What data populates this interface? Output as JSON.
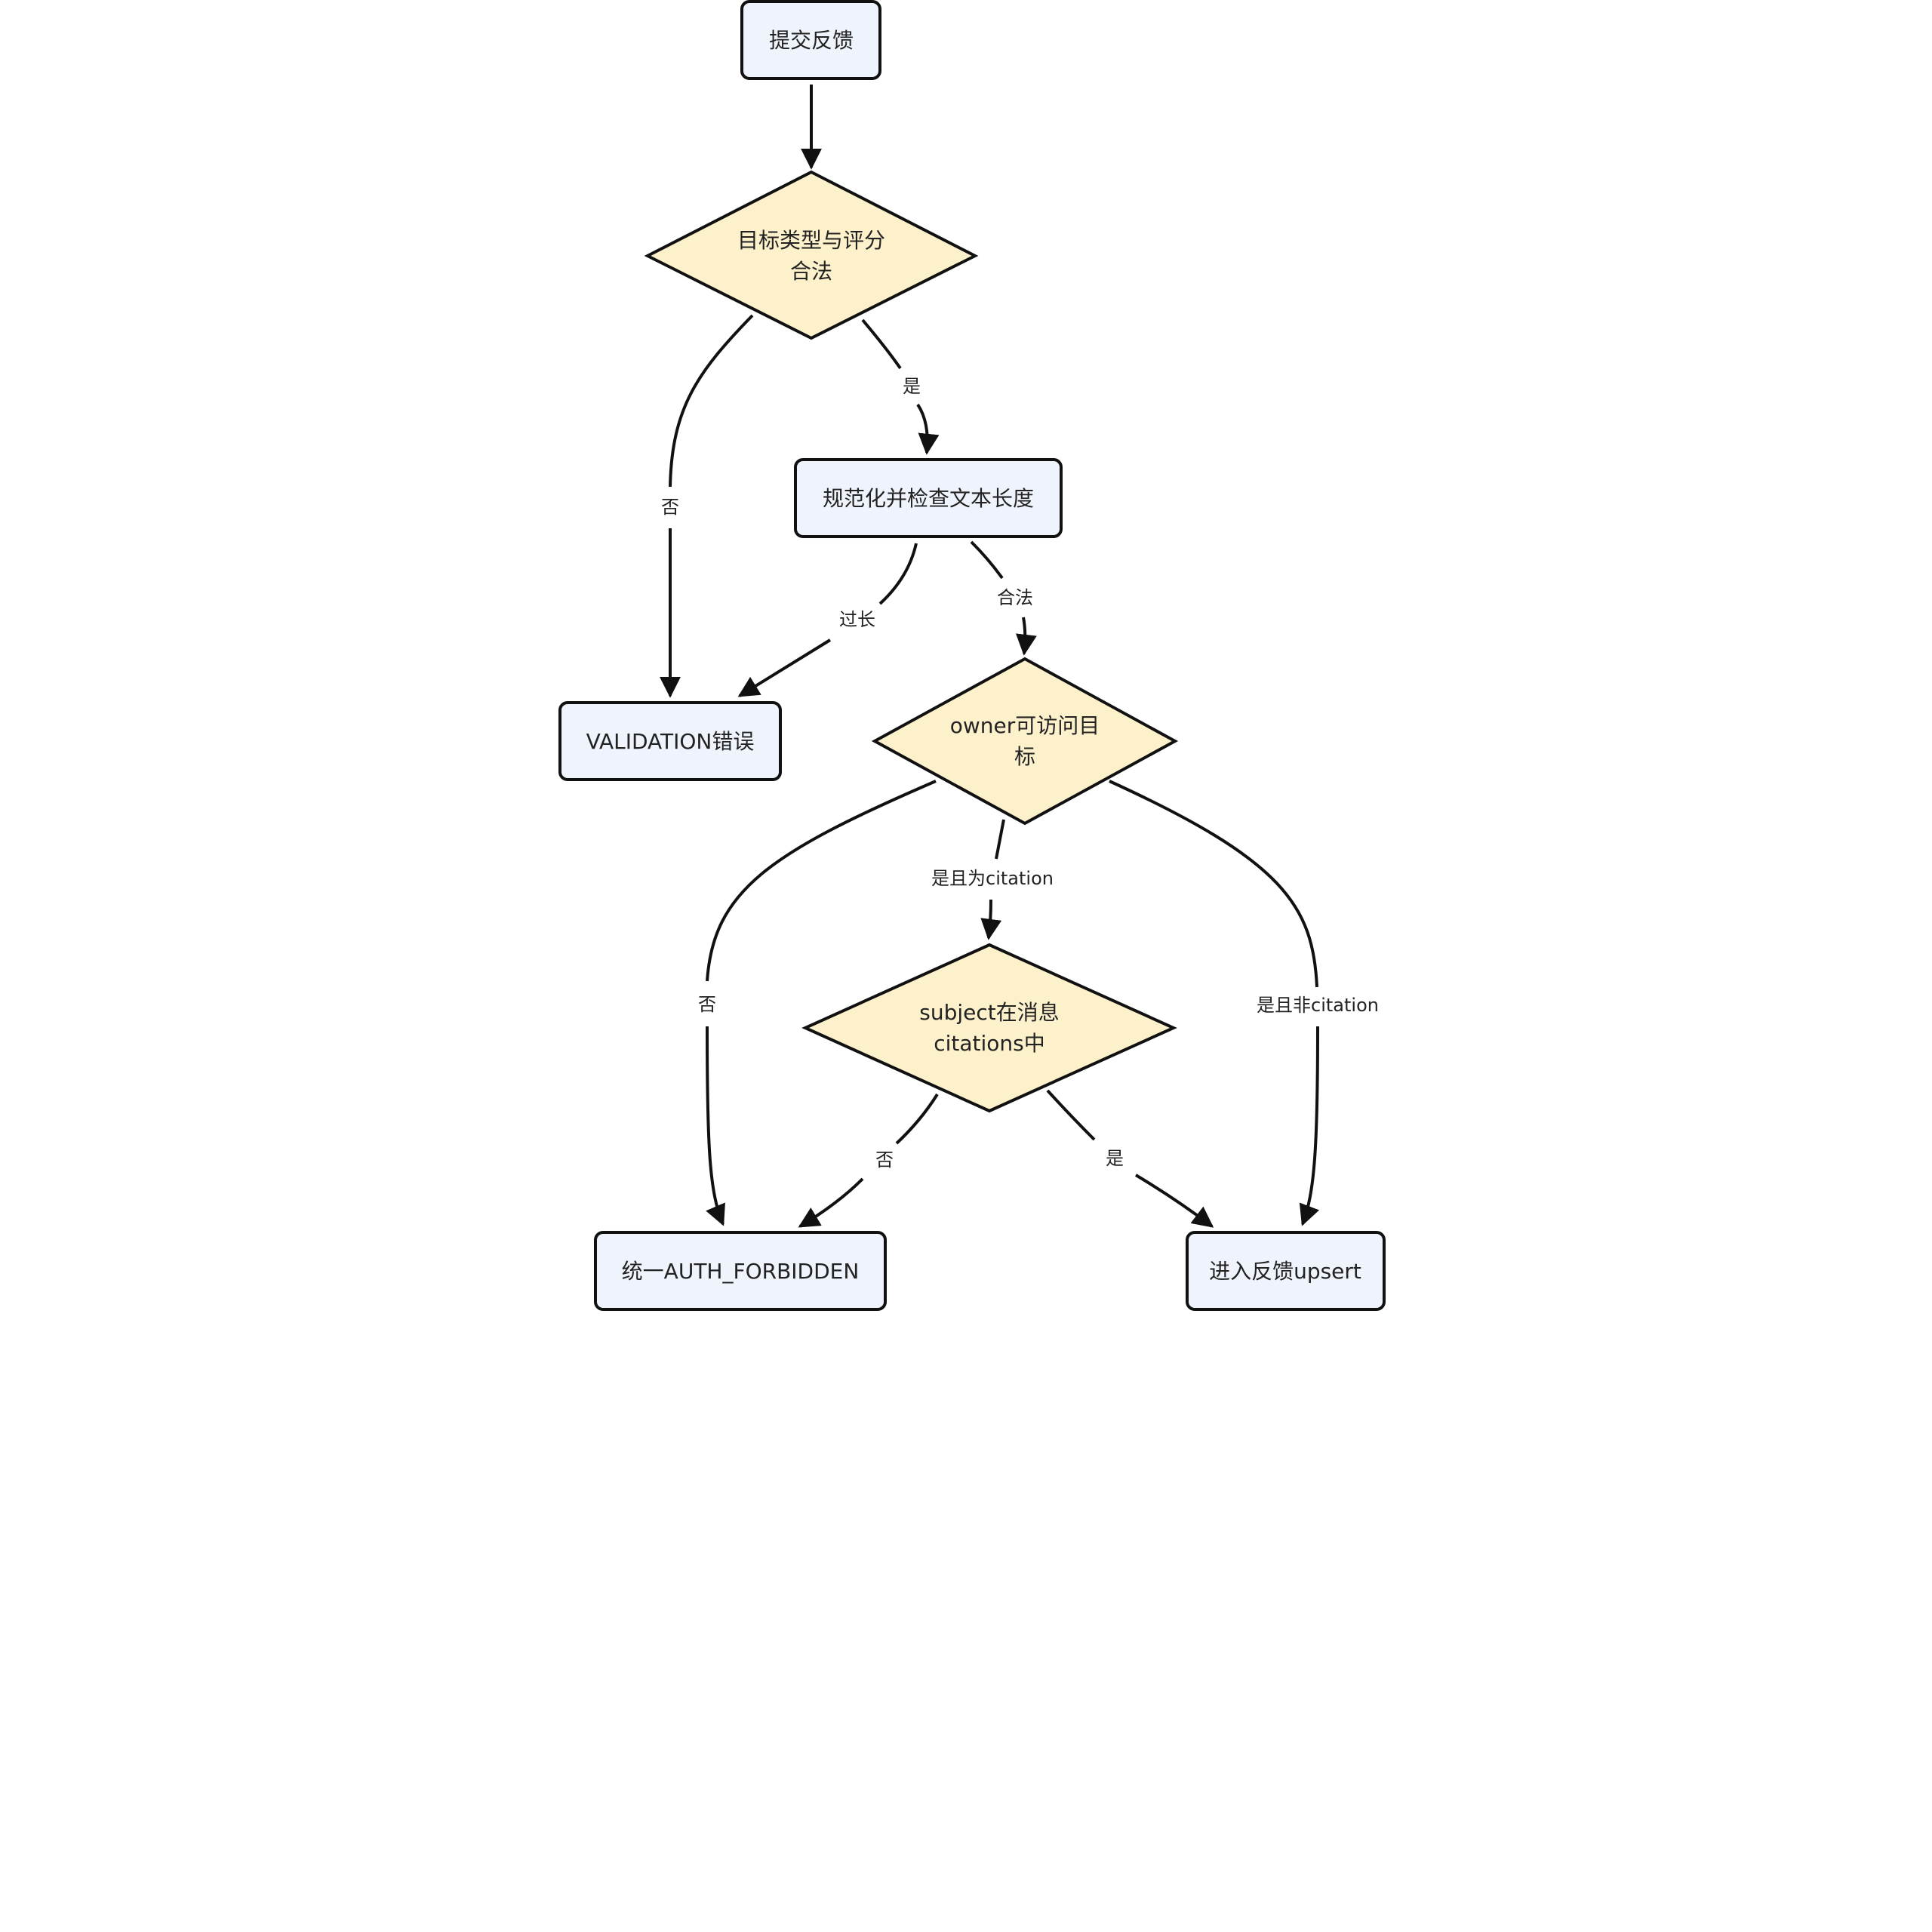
{
  "colors": {
    "process_fill": "#eef3fc",
    "decision_fill": "#fdf1cc",
    "stroke": "#111111",
    "text": "#222222",
    "background": "#ffffff"
  },
  "nodes": {
    "submit_feedback": {
      "label": "提交反馈"
    },
    "check_target_rating": {
      "label_line1": "目标类型与评分",
      "label_line2": "合法"
    },
    "normalize_check_length": {
      "label": "规范化并检查文本长度"
    },
    "validation_error": {
      "label": "VALIDATION错误"
    },
    "owner_can_access": {
      "label_line1": "owner可访问目",
      "label_line2": "标"
    },
    "subject_in_citations": {
      "label_line1": "subject在消息",
      "label_line2": "citations中"
    },
    "auth_forbidden": {
      "label": "统一AUTH_FORBIDDEN"
    },
    "enter_upsert": {
      "label": "进入反馈upsert"
    }
  },
  "edges": {
    "valid_yes": "是",
    "valid_no": "否",
    "too_long": "过长",
    "length_ok": "合法",
    "access_no": "否",
    "yes_citation": "是且为citation",
    "yes_non_citation": "是且非citation",
    "cited_no": "否",
    "cited_yes": "是"
  }
}
